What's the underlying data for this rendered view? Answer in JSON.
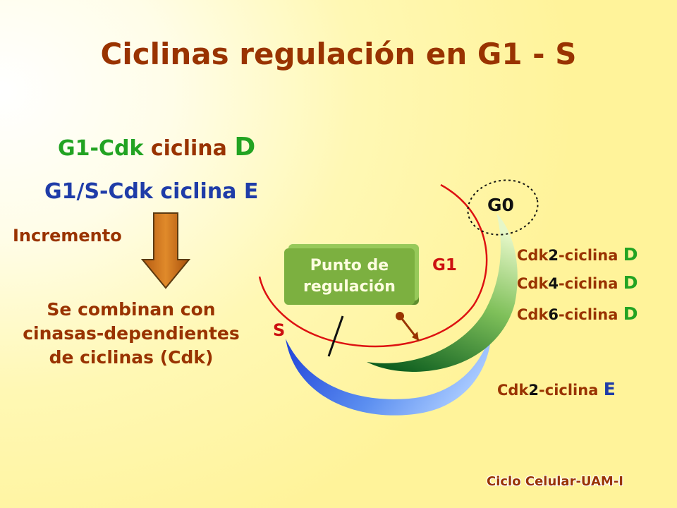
{
  "title": "Ciclinas regulación en G1 - S",
  "left": {
    "line1": {
      "a": "G1-Cdk",
      "b": " ciclina ",
      "c": "D"
    },
    "line2": "G1/S-Cdk ciclina E",
    "incremento": "Incremento",
    "combinan": [
      "Se combinan con",
      "cinasas-dependientes",
      "de ciclinas (Cdk)"
    ]
  },
  "diagram": {
    "g0": "G0",
    "g1": "G1",
    "s": "S",
    "box": [
      "Punto de",
      "regulación"
    ]
  },
  "cdk_list": [
    {
      "cdk": "Cdk",
      "num": "2",
      "mid": "-ciclina ",
      "letter": "D"
    },
    {
      "cdk": "Cdk",
      "num": "4",
      "mid": "-ciclina ",
      "letter": "D"
    },
    {
      "cdk": "Cdk",
      "num": "6",
      "mid": "-ciclina ",
      "letter": "D"
    },
    {
      "cdk": "Cdk",
      "num": "2",
      "mid": "-ciclina ",
      "letter": "E"
    }
  ],
  "footer": "Ciclo Celular-UAM-I",
  "colors": {
    "brown": "#993300",
    "green": "#22a322",
    "blue": "#1f3ca8",
    "red": "#cc1111"
  }
}
